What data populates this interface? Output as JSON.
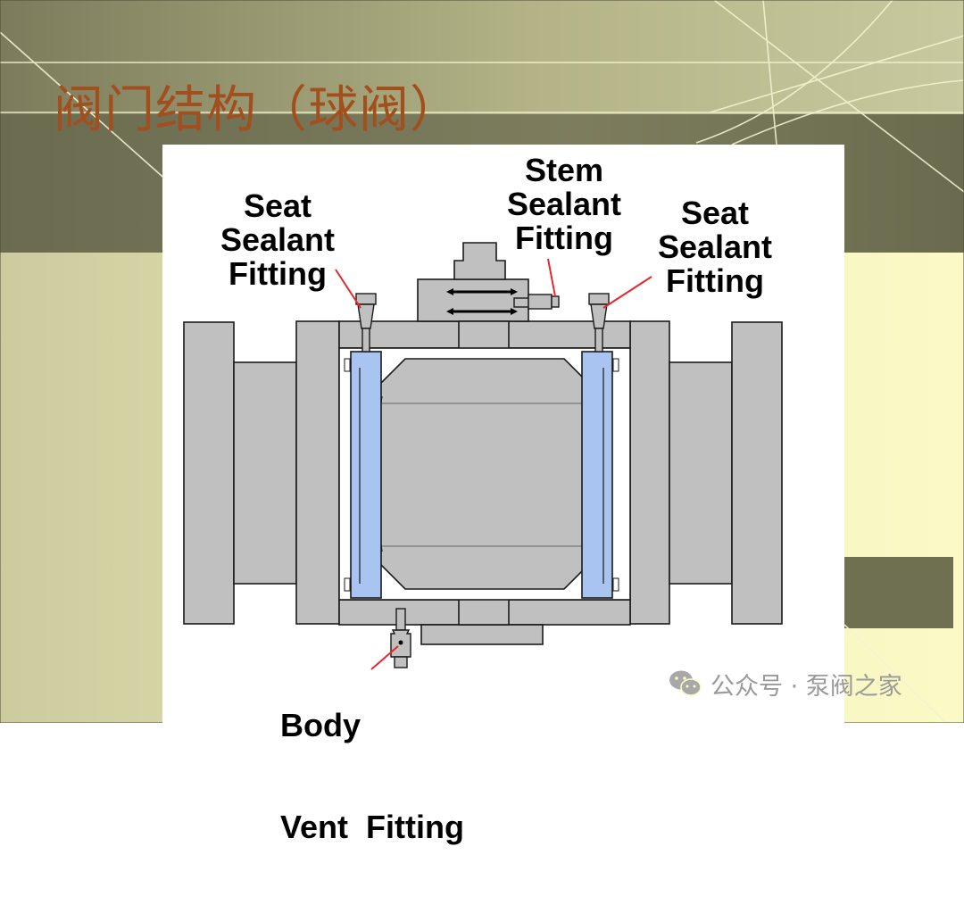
{
  "slide": {
    "title": "阀门结构（球阀）",
    "colors": {
      "title": "#a34e1d",
      "band_dark": "#6f6f52",
      "band_light": "#b8b88e",
      "cream": "#fbfac6",
      "body_gray": "#bfbfbf",
      "seat_blue": "#a9c4f0",
      "leader_red": "#e8262c"
    }
  },
  "diagram": {
    "labels": {
      "seat_left": [
        "Seat",
        "Sealant",
        "Fitting"
      ],
      "stem": [
        "Stem",
        "Sealant",
        "Fitting"
      ],
      "seat_right": [
        "Seat",
        "Sealant",
        "Fitting"
      ],
      "body_vent": [
        "Body",
        "Vent  Fitting"
      ]
    }
  },
  "watermark": {
    "icon": "wechat-icon",
    "text": "公众号 · 泵阀之家"
  }
}
